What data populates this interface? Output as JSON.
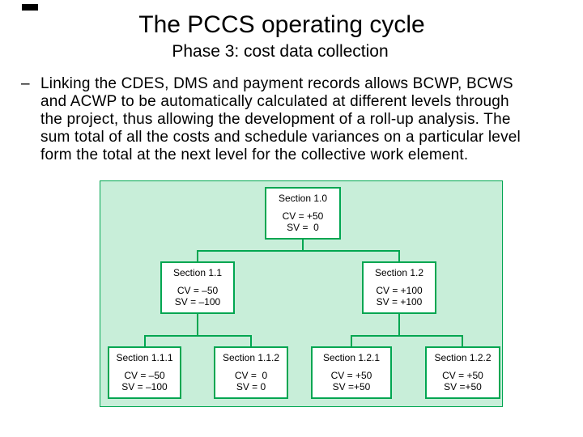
{
  "slide": {
    "title": "The PCCS operating cycle",
    "subtitle": "Phase 3: cost data collection",
    "bullet": {
      "marker": "–",
      "lines": [
        "Linking the CDES, DMS and payment records allows BCWP, BCWS",
        "and ACWP to be automatically calculated at different levels through",
        "the project, thus allowing the development of a roll-up analysis. The",
        "sum total of all the costs and schedule variances on a particular level",
        "form the total at the next level for the collective work element."
      ]
    },
    "corner_mark_color": "#000000"
  },
  "diagram": {
    "type": "org-chart",
    "colors": {
      "panel_background": "#c8eed9",
      "line_color": "#00a651",
      "box_border": "#00a651",
      "box_fill": "#ffffff",
      "text": "#000000"
    },
    "nodes": [
      {
        "id": "1.0",
        "label": "Section 1.0",
        "cv": "CV = +50",
        "sv": "SV =  0",
        "parent": null
      },
      {
        "id": "1.1",
        "label": "Section 1.1",
        "cv": "CV = –50",
        "sv": "SV = –100",
        "parent": "1.0"
      },
      {
        "id": "1.2",
        "label": "Section 1.2",
        "cv": "CV = +100",
        "sv": "SV = +100",
        "parent": "1.0"
      },
      {
        "id": "1.1.1",
        "label": "Section 1.1.1",
        "cv": "CV = –50",
        "sv": "SV = –100",
        "parent": "1.1"
      },
      {
        "id": "1.1.2",
        "label": "Section 1.1.2",
        "cv": "CV =  0",
        "sv": "SV = 0",
        "parent": "1.1"
      },
      {
        "id": "1.2.1",
        "label": "Section 1.2.1",
        "cv": "CV = +50",
        "sv": "SV =+50",
        "parent": "1.2"
      },
      {
        "id": "1.2.2",
        "label": "Section 1.2.2",
        "cv": "CV = +50",
        "sv": "SV =+50",
        "parent": "1.2"
      }
    ]
  }
}
